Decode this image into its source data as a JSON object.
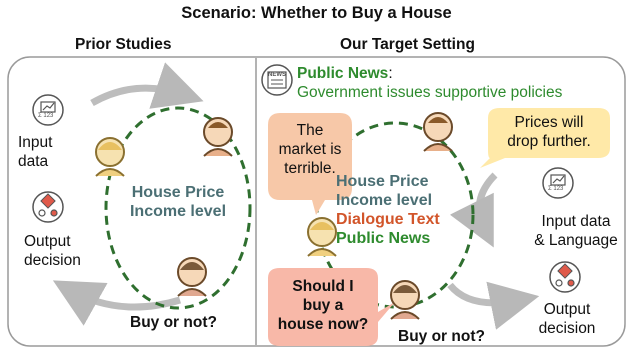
{
  "title": "Scenario: Whether to Buy a House",
  "prior": {
    "heading": "Prior Studies",
    "input_label": [
      "Input",
      "data"
    ],
    "output_label": [
      "Output",
      "decision"
    ],
    "center": [
      "House Price",
      "Income level"
    ],
    "buy_label": "Buy or not?"
  },
  "target": {
    "heading": "Our Target Setting",
    "news_title": "Public News",
    "news_colon": ":",
    "news_body": "Government issues supportive policies",
    "bubble_market": [
      "The",
      "market is",
      "terrible."
    ],
    "bubble_prices": [
      "Prices will",
      "drop further."
    ],
    "bubble_should": [
      "Should I",
      "buy a",
      "house now?"
    ],
    "center_lines": [
      "House Price",
      "Income level"
    ],
    "center_dialogue": "Dialogue Text",
    "center_news": "Public News",
    "input_label": [
      "Input data",
      "& Language"
    ],
    "output_label": [
      "Output",
      "decision"
    ],
    "buy_label": "Buy or not?"
  },
  "icons": {
    "chart_icon_text": "Σ 123",
    "news_icon_text": "NEWS"
  },
  "colors": {
    "green_text": "#2e8b2e",
    "orange_text": "#d2552a",
    "center_text": "#4b6f74",
    "dashed_circle": "#2f6f2f",
    "bubble_peach": "#f7c8a8",
    "bubble_yellow": "#ffe9a8",
    "bubble_pink": "#f8b8a8"
  }
}
